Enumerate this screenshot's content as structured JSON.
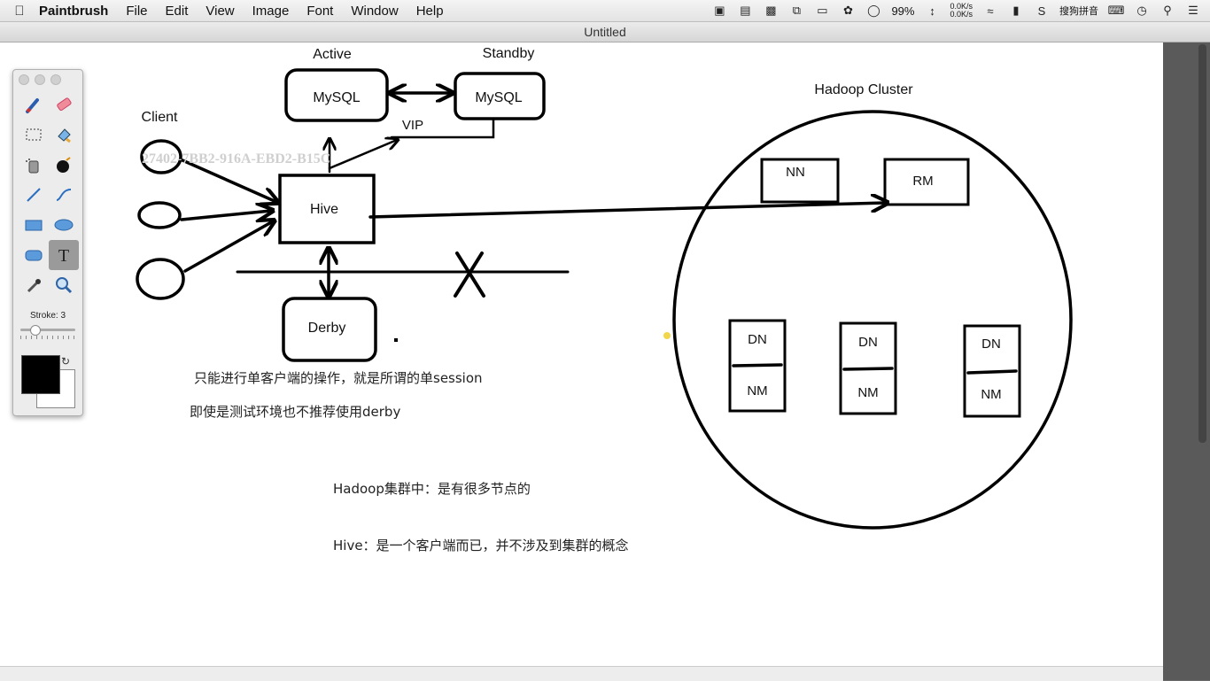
{
  "menubar": {
    "app_name": "Paintbrush",
    "menus": [
      "File",
      "Edit",
      "View",
      "Image",
      "Font",
      "Window",
      "Help"
    ],
    "battery": "99%",
    "net_up": "0.0K/s",
    "net_down": "0.0K/s",
    "ime": "搜狗拼音"
  },
  "window": {
    "title": "Untitled"
  },
  "tool_palette": {
    "tools": [
      "brush-icon",
      "eraser-icon",
      "selection-icon",
      "fill-icon",
      "spray-icon",
      "bomb-icon",
      "line-icon",
      "curve-icon",
      "rectangle-icon",
      "ellipse-icon",
      "rounded-rect-icon",
      "text-icon",
      "eyedropper-icon",
      "zoom-icon"
    ],
    "selected": "text-icon",
    "stroke_label": "Stroke: 3",
    "stroke_value": 3,
    "foreground_color": "#000000",
    "background_color": "#ffffff"
  },
  "drawing": {
    "label_active": "Active",
    "label_standby": "Standby",
    "box_mysql_active": "MySQL",
    "box_mysql_standby": "MySQL",
    "label_vip": "VIP",
    "label_client": "Client",
    "box_hive": "Hive",
    "box_derby": "Derby",
    "watermark": "27402-7BB2-916A-EBD2-B15C",
    "label_hadoop_cluster": "Hadoop Cluster",
    "box_nn": "NN",
    "box_rm": "RM",
    "nodes": [
      {
        "dn": "DN",
        "nm": "NM"
      },
      {
        "dn": "DN",
        "nm": "NM"
      },
      {
        "dn": "DN",
        "nm": "NM"
      }
    ],
    "note_single_session": "只能进行单客户端的操作，就是所谓的单session",
    "note_not_recommended": "即使是测试环境也不推荐使用derby",
    "note_hadoop_nodes": "Hadoop集群中：是有很多节点的",
    "note_hive_client": "Hive：是一个客户端而已，并不涉及到集群的概念"
  }
}
